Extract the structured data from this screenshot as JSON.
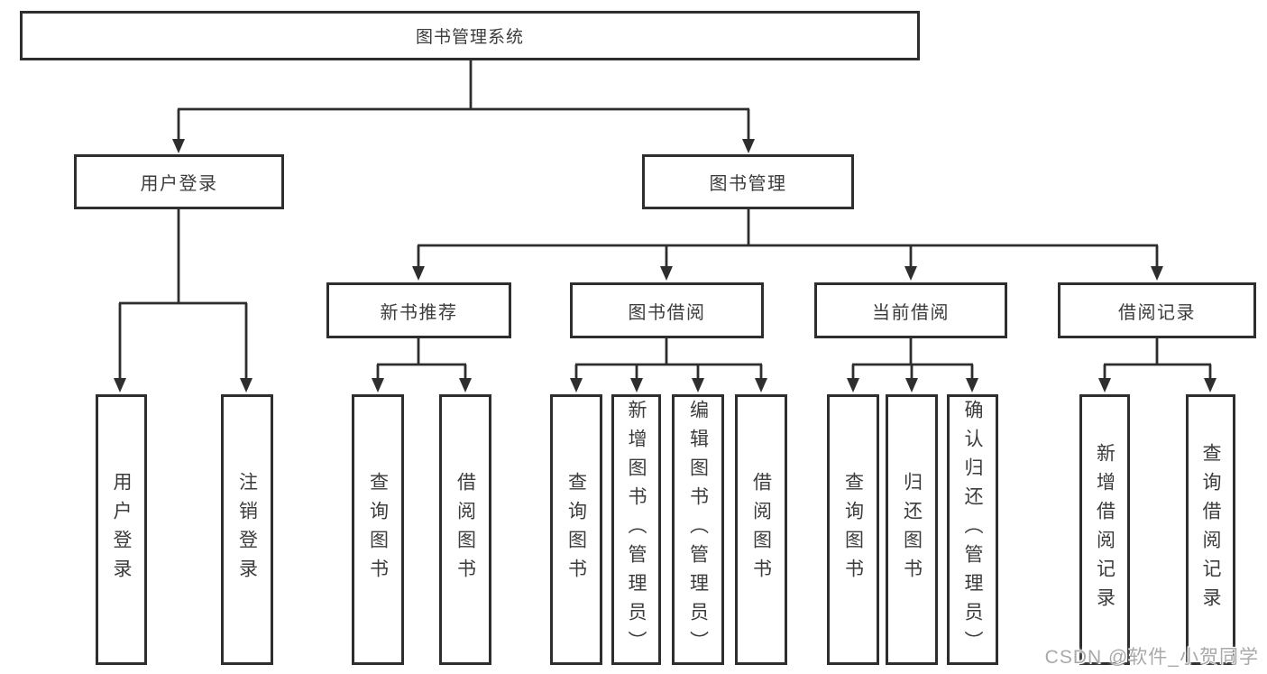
{
  "diagram_title": "图书管理系统",
  "tree": {
    "label": "图书管理系统",
    "children": [
      {
        "label": "用户登录",
        "children": [
          {
            "label": "用户登录"
          },
          {
            "label": "注销登录"
          }
        ]
      },
      {
        "label": "图书管理",
        "children": [
          {
            "label": "新书推荐",
            "children": [
              {
                "label": "查询图书"
              },
              {
                "label": "借阅图书"
              }
            ]
          },
          {
            "label": "图书借阅",
            "children": [
              {
                "label": "查询图书"
              },
              {
                "label": "新增图书（管理员）"
              },
              {
                "label": "编辑图书（管理员）"
              },
              {
                "label": "借阅图书"
              }
            ]
          },
          {
            "label": "当前借阅",
            "children": [
              {
                "label": "查询图书"
              },
              {
                "label": "归还图书"
              },
              {
                "label": "确认归还（管理员）"
              }
            ]
          },
          {
            "label": "借阅记录",
            "children": [
              {
                "label": "新增借阅记录"
              },
              {
                "label": "查询借阅记录"
              }
            ]
          }
        ]
      }
    ]
  },
  "watermark": {
    "text": "CSDN @软件_小贺同学"
  },
  "colors": {
    "line": "#2e2e2e",
    "text": "#3c3c3c",
    "watermark": "#a9a9a9",
    "background": "#ffffff"
  }
}
